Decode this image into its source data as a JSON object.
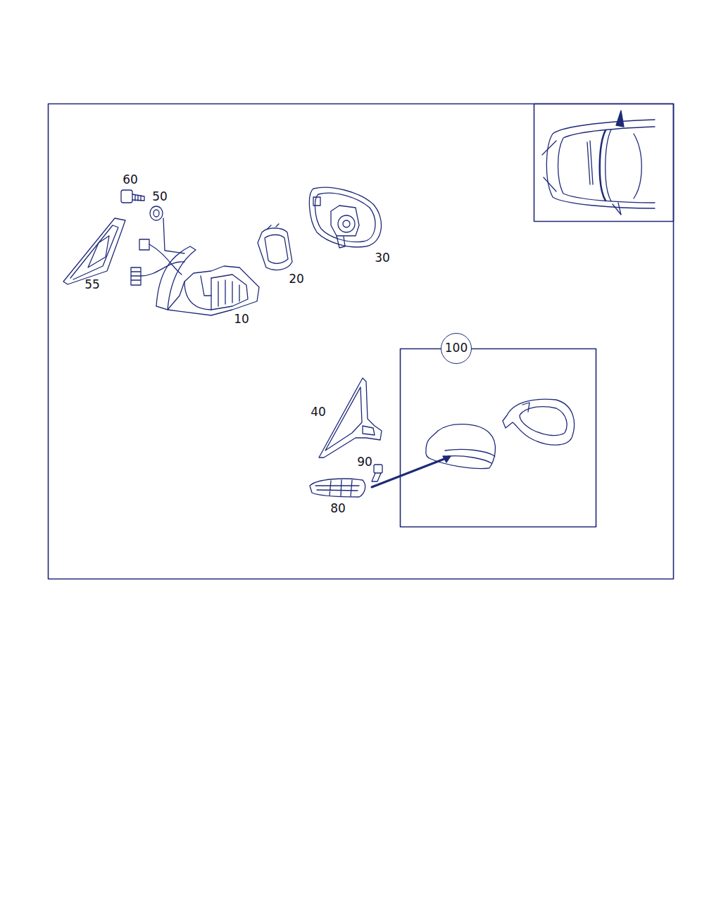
{
  "diagram": {
    "nodes": [
      {
        "text": [
          "100"
        ]
      }
    ],
    "edges": [],
    "labels": [
      "60",
      "50",
      "55",
      "10",
      "20",
      "30",
      "40",
      "90",
      "80"
    ]
  }
}
